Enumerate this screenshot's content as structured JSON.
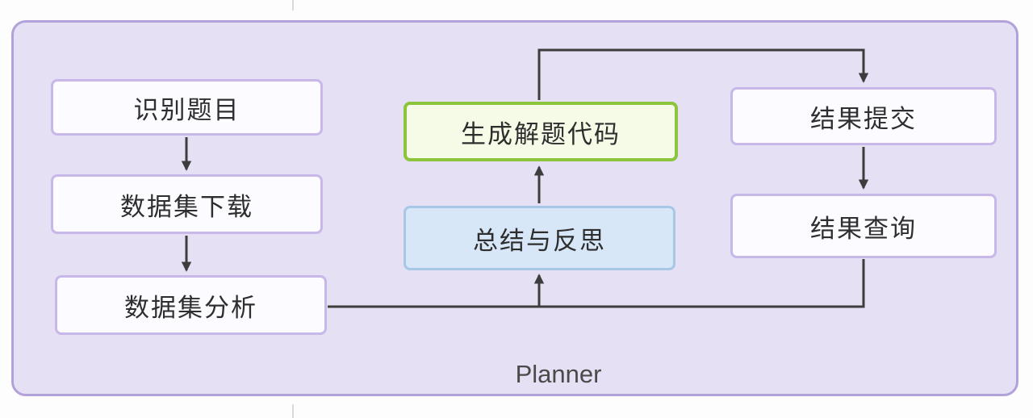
{
  "diagram": {
    "container_label": "Planner",
    "colors": {
      "container_background": "#e5e0f3",
      "container_border": "#b3a1d9",
      "purple_node_background": "#fcfbff",
      "purple_node_border": "#c8b7e9",
      "green_node_background": "#f5fbe7",
      "green_node_border": "#8cc43c",
      "blue_node_background": "#d7e7f7",
      "blue_node_border": "#a7c7e6",
      "arrow_color": "#3d3d3d",
      "node_text_color": "#2e2e2e"
    },
    "nodes": [
      {
        "id": "identify-problem",
        "label": "识别题目",
        "style": "purple"
      },
      {
        "id": "dataset-download",
        "label": "数据集下载",
        "style": "purple"
      },
      {
        "id": "dataset-analysis",
        "label": "数据集分析",
        "style": "purple"
      },
      {
        "id": "generate-solution-code",
        "label": "生成解题代码",
        "style": "green"
      },
      {
        "id": "summary-reflection",
        "label": "总结与反思",
        "style": "blue"
      },
      {
        "id": "result-submit",
        "label": "结果提交",
        "style": "purple"
      },
      {
        "id": "result-query",
        "label": "结果查询",
        "style": "purple"
      }
    ],
    "edges": [
      {
        "from": "identify-problem",
        "to": "dataset-download"
      },
      {
        "from": "dataset-download",
        "to": "dataset-analysis"
      },
      {
        "from": "dataset-analysis",
        "to": "summary-reflection"
      },
      {
        "from": "result-query",
        "to": "summary-reflection"
      },
      {
        "from": "summary-reflection",
        "to": "generate-solution-code"
      },
      {
        "from": "generate-solution-code",
        "to": "result-submit"
      },
      {
        "from": "result-submit",
        "to": "result-query"
      }
    ]
  }
}
